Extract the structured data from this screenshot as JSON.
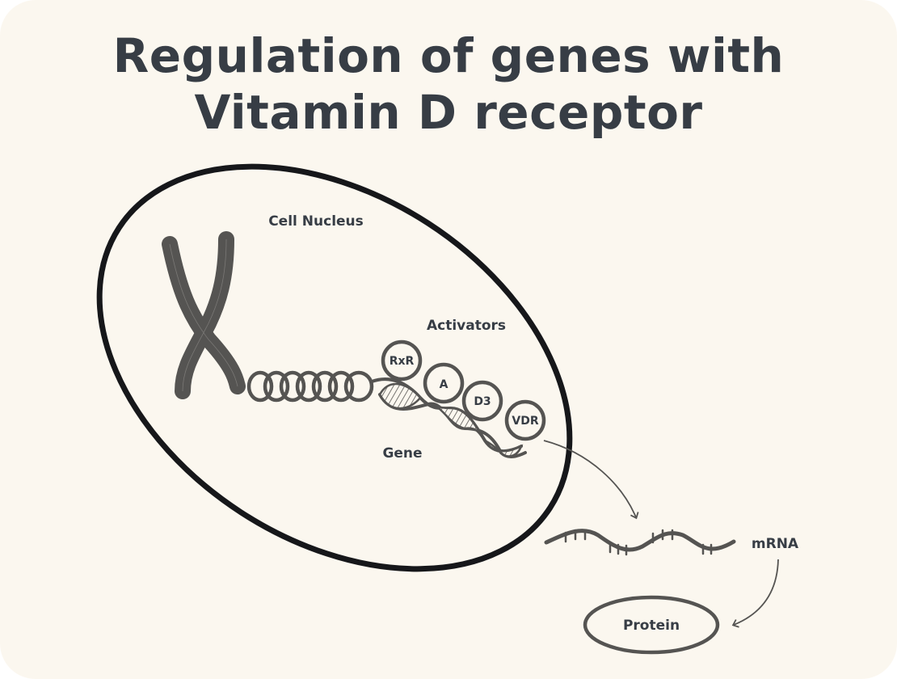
{
  "title_line1": "Regulation of genes with",
  "title_line2": "Vitamin D receptor",
  "labels": {
    "cell_nucleus": "Cell Nucleus",
    "activators": "Activators",
    "gene": "Gene",
    "mrna": "mRNA",
    "protein": "Protein"
  },
  "activators": [
    "RxR",
    "A",
    "D3",
    "VDR"
  ],
  "colors": {
    "background": "#fbf7ef",
    "text": "#373d45",
    "nucleus_outline": "#16171a",
    "illustration": "#555452"
  }
}
